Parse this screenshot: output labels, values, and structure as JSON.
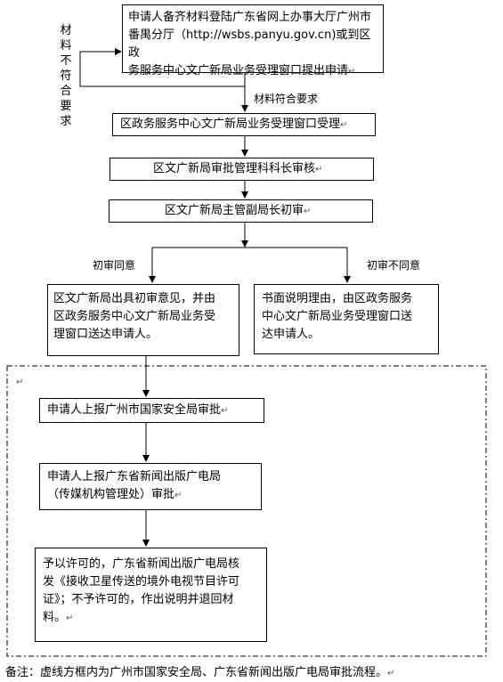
{
  "return_label": "材料不符合要求",
  "return_label_chars": [
    "材",
    "料",
    "不",
    "符",
    "合",
    "要",
    "求"
  ],
  "steps": {
    "apply": "申请人备齐材料登陆广东省网上办事大厅广州市\n番禺分厅（http://wsbs.panyu.gov.cn)或到区政\n务服务中心文广新局业务受理窗口提出申请",
    "accept": "区政务服务中心文广新局业务受理窗口受理",
    "section_chief": "区文广新局审批管理科科长审核",
    "deputy_director": "区文广新局主管副局长初审",
    "approve_result": "区文广新局出具初审意见，并由\n区政务服务中心文广新局业务受\n理窗口送达申请人。",
    "reject_result": "书面说明理由，由区政务服务\n中心文广新局业务受理窗口送\n达申请人。",
    "state_security": "申请人上报广州市国家安全局审批",
    "provincial_bureau": "申请人上报广东省新闻出版广电局\n（传媒机构管理处）审批",
    "final_decision": "予以许可的，广东省新闻出版广电局核\n发《接收卫星传送的境外电视节目许可\n证》；不予许可的，作出说明并退回材\n料。"
  },
  "edge_labels": {
    "meets_requirements": "材料符合要求",
    "approved": "初审同意",
    "not_approved": "初审不同意"
  },
  "para_mark": "↵",
  "footnote": "备注：虚线方框内为广州市国家安全局、广东省新闻出版广电局审批流程。"
}
